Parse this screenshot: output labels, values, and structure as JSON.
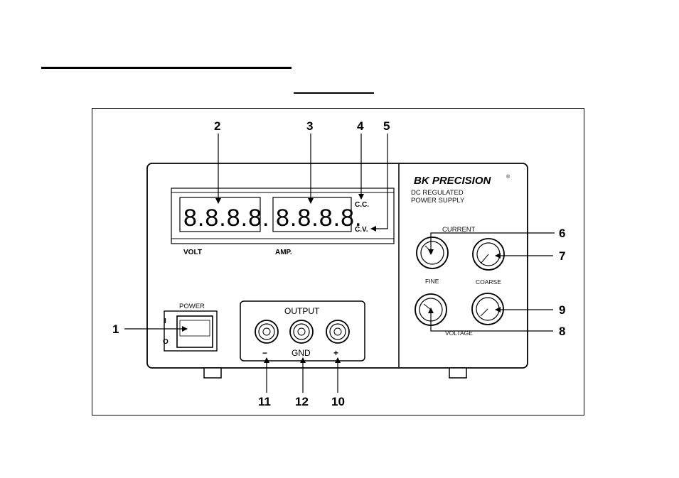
{
  "callouts": {
    "c1": "1",
    "c2": "2",
    "c3": "3",
    "c4": "4",
    "c5": "5",
    "c6": "6",
    "c7": "7",
    "c8": "8",
    "c9": "9",
    "c10": "10",
    "c11": "11",
    "c12": "12"
  },
  "panel": {
    "brand": "BK PRECISION",
    "brand_mark": "®",
    "model_line1": "DC REGULATED",
    "model_line2": "POWER SUPPLY",
    "volt_display": "8.8.8.8.",
    "amp_display": "8.8.8.8.",
    "volt_label": "VOLT",
    "amp_label": "AMP.",
    "cc_label": "C.C.",
    "cv_label": "C.V.",
    "power_label": "POWER",
    "power_on": "I",
    "power_off": "O",
    "output_label": "OUTPUT",
    "minus_label": "−",
    "gnd_label": "GND",
    "plus_label": "+",
    "current_label": "CURRENT",
    "voltage_label": "VOLTAGE",
    "fine_label": "FINE",
    "coarse_label": "COARSE"
  }
}
